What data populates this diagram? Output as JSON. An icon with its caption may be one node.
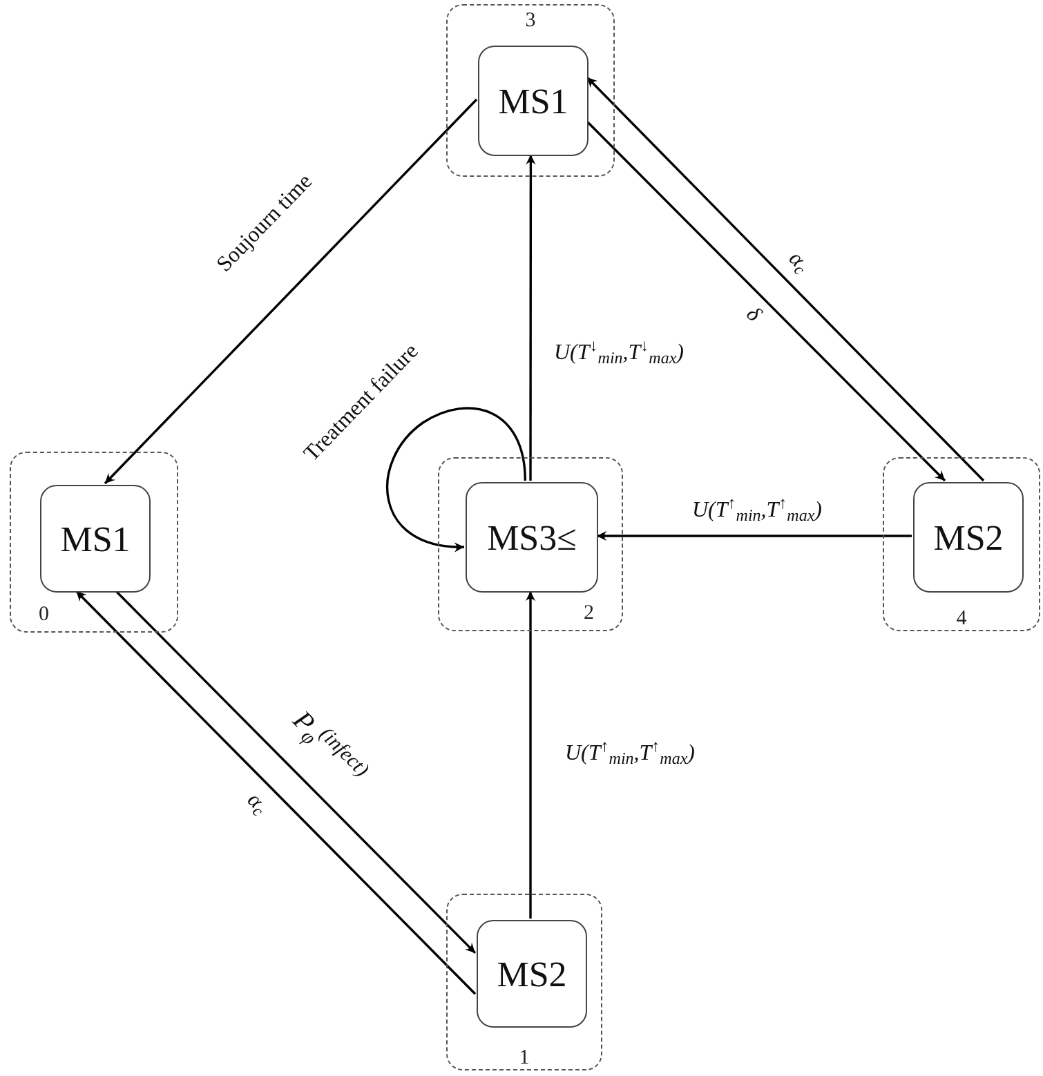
{
  "diagram": {
    "nodes": [
      {
        "text": [
          "3"
        ]
      },
      {
        "text": [
          "MS1"
        ],
        "in": 0
      },
      {
        "text": [
          "0"
        ]
      },
      {
        "text": [
          "MS1"
        ],
        "in": 2
      },
      {
        "text": [
          "2"
        ]
      },
      {
        "text": [
          "MS3≤"
        ],
        "in": 4
      },
      {
        "text": [
          "4"
        ]
      },
      {
        "text": [
          "MS2"
        ],
        "in": 6
      },
      {
        "text": [
          "1"
        ]
      },
      {
        "text": [
          "MS2"
        ],
        "in": 8
      }
    ],
    "edges": [
      {
        "from": 1,
        "to": 3,
        "arrow": "to",
        "label": "Soujourn time"
      },
      {
        "from": 5,
        "to": 1,
        "arrow": "to",
        "label": "U(T$^{↓}$$_{min}$,T$^{↓}$$_{max}$)"
      },
      {
        "from": 1,
        "to": 7,
        "arrow": "to",
        "label": "δ"
      },
      {
        "from": 7,
        "to": 1,
        "arrow": "to",
        "label": "α$_{c}$"
      },
      {
        "from": 5,
        "to": 5,
        "arrow": "to",
        "label": "Treatment failure"
      },
      {
        "from": 7,
        "to": 5,
        "arrow": "to",
        "label": "U(T$^{↑}$$_{min}$,T$^{↑}$$_{max}$)"
      },
      {
        "from": 9,
        "to": 5,
        "arrow": "to",
        "label": "U(T$^{↑}$$_{min}$,T$^{↑}$$_{max}$)"
      },
      {
        "from": 3,
        "to": 9,
        "arrow": "to",
        "label": "P$_{φ}$$^{(infect)}$"
      },
      {
        "from": 9,
        "to": 3,
        "arrow": "to",
        "label": "α$_{c}$"
      }
    ]
  }
}
